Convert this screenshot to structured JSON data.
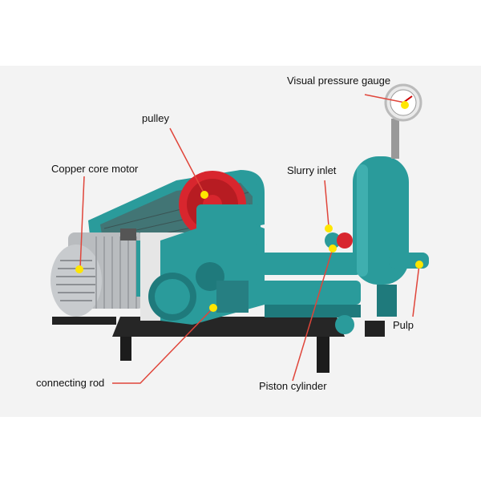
{
  "labels": {
    "pressure_gauge": "Visual pressure gauge",
    "pulley": "pulley",
    "motor": "Copper core motor",
    "slurry_inlet": "Slurry inlet",
    "pulp": "Pulp",
    "connecting_rod": "connecting rod",
    "piston_cylinder": "Piston cylinder"
  },
  "colors": {
    "machine_teal": "#2a9b9b",
    "machine_dark": "#1f7a7c",
    "motor_gray": "#b9bcbf",
    "pulley_red": "#d8262e",
    "frame_black": "#222222",
    "leader_line": "#e0453a",
    "marker_yellow": "#ffe600",
    "background": "#f3f3f3"
  }
}
